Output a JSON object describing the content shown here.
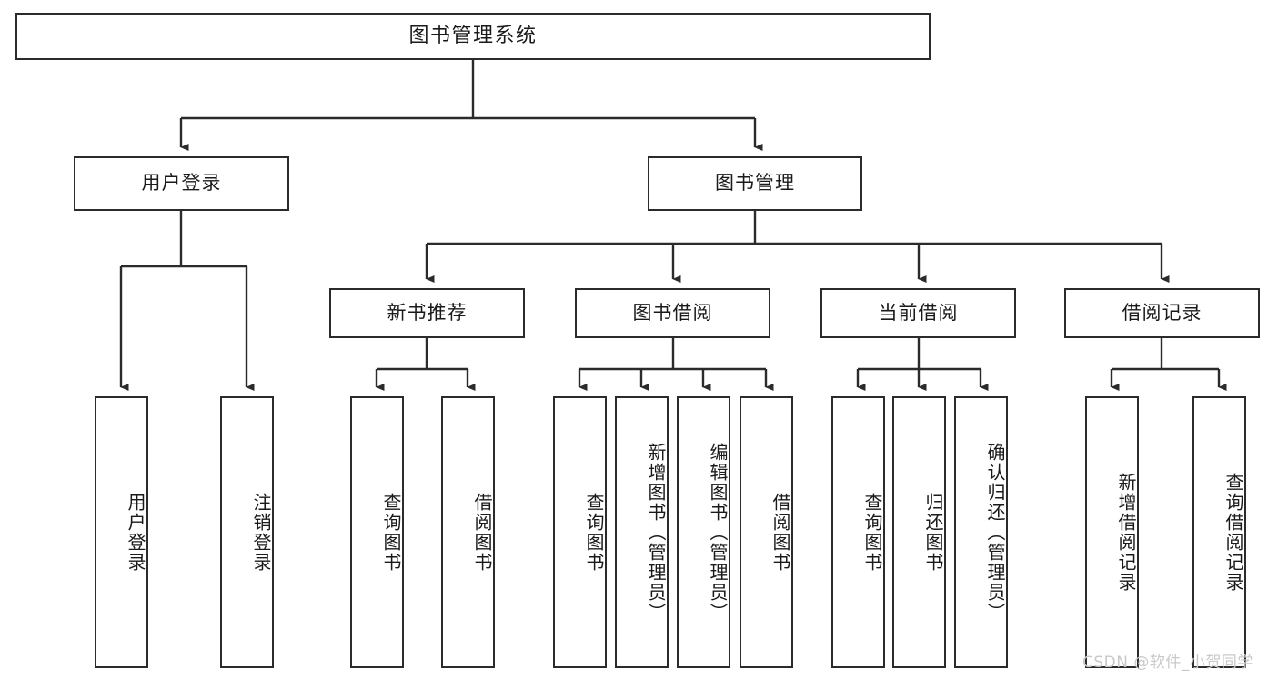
{
  "diagram": {
    "type": "tree",
    "title": "图书管理系统",
    "orientation": "top-down",
    "style": {
      "box_border_color": "#2b2b2b",
      "box_fill_color": "#ffffff",
      "edge_color": "#2b2b2b",
      "text_color": "#1a1a1a",
      "background": "#ffffff"
    },
    "nodes": {
      "root": {
        "label": "图书管理系统",
        "level": 0
      },
      "user_login": {
        "label": "用户登录",
        "level": 1
      },
      "book_manage": {
        "label": "图书管理",
        "level": 1
      },
      "new_book_rec": {
        "label": "新书推荐",
        "level": 2
      },
      "book_borrow": {
        "label": "图书借阅",
        "level": 2
      },
      "current_borrow": {
        "label": "当前借阅",
        "level": 2
      },
      "borrow_record": {
        "label": "借阅记录",
        "level": 2
      },
      "leaf_user_login": {
        "label": "用户登录",
        "level": 2
      },
      "leaf_user_logout": {
        "label": "注销登录",
        "level": 2
      },
      "leaf_query_book_1": {
        "label": "查询图书",
        "level": 3
      },
      "leaf_borrow_book_1": {
        "label": "借阅图书",
        "level": 3
      },
      "leaf_query_book_2": {
        "label": "查询图书",
        "level": 3
      },
      "leaf_add_book": {
        "label": "新增图书（管理员）",
        "level": 3
      },
      "leaf_edit_book": {
        "label": "编辑图书（管理员）",
        "level": 3
      },
      "leaf_borrow_book_2": {
        "label": "借阅图书",
        "level": 3
      },
      "leaf_query_book_3": {
        "label": "查询图书",
        "level": 3
      },
      "leaf_return_book": {
        "label": "归还图书",
        "level": 3
      },
      "leaf_confirm_return": {
        "label": "确认归还（管理员）",
        "level": 3
      },
      "leaf_add_record": {
        "label": "新增借阅记录",
        "level": 3
      },
      "leaf_query_record": {
        "label": "查询借阅记录",
        "level": 3
      }
    },
    "edges": [
      {
        "from": "root",
        "to": "user_login"
      },
      {
        "from": "root",
        "to": "book_manage"
      },
      {
        "from": "user_login",
        "to": "leaf_user_login"
      },
      {
        "from": "user_login",
        "to": "leaf_user_logout"
      },
      {
        "from": "book_manage",
        "to": "new_book_rec"
      },
      {
        "from": "book_manage",
        "to": "book_borrow"
      },
      {
        "from": "book_manage",
        "to": "current_borrow"
      },
      {
        "from": "book_manage",
        "to": "borrow_record"
      },
      {
        "from": "new_book_rec",
        "to": "leaf_query_book_1"
      },
      {
        "from": "new_book_rec",
        "to": "leaf_borrow_book_1"
      },
      {
        "from": "book_borrow",
        "to": "leaf_query_book_2"
      },
      {
        "from": "book_borrow",
        "to": "leaf_add_book"
      },
      {
        "from": "book_borrow",
        "to": "leaf_edit_book"
      },
      {
        "from": "book_borrow",
        "to": "leaf_borrow_book_2"
      },
      {
        "from": "current_borrow",
        "to": "leaf_query_book_3"
      },
      {
        "from": "current_borrow",
        "to": "leaf_return_book"
      },
      {
        "from": "current_borrow",
        "to": "leaf_confirm_return"
      },
      {
        "from": "borrow_record",
        "to": "leaf_add_record"
      },
      {
        "from": "borrow_record",
        "to": "leaf_query_record"
      }
    ]
  },
  "watermark": {
    "text": "CSDN @软件_小贺同学"
  }
}
